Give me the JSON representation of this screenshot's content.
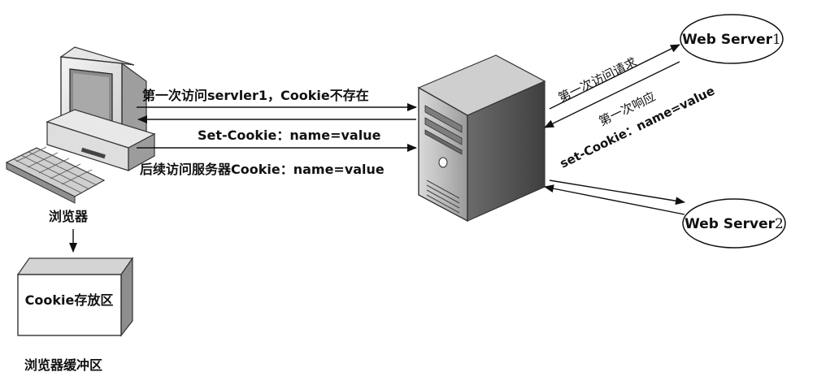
{
  "client": {
    "label": "浏览器",
    "storage_label": "Cookie存放区",
    "cache_label": "浏览器缓冲区"
  },
  "messages": {
    "first_visit": "第一次访问servler1，Cookie不存在",
    "set_cookie": "Set-Cookie：name=value",
    "later_visit": "后续访问服务器Cookie：name=value"
  },
  "backend": {
    "request": "第一次访问请求",
    "response": "第一次响应",
    "set_cookie": "set-Cookie：name=value"
  },
  "servers": [
    {
      "name": "Web  Server",
      "num": "1"
    },
    {
      "name": "Web  Server",
      "num": "2"
    }
  ]
}
